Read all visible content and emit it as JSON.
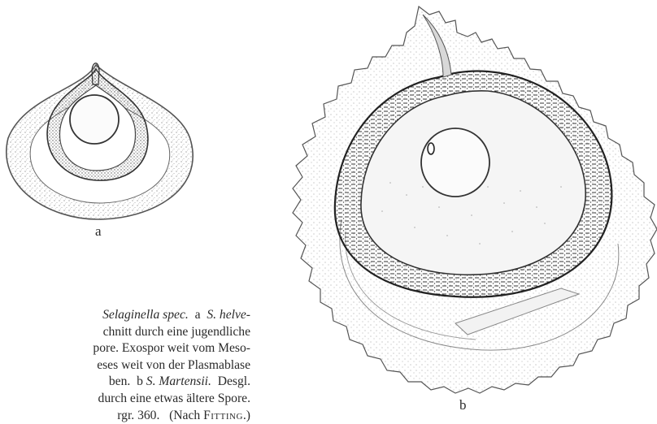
{
  "figure": {
    "panel_a_label": "a",
    "panel_b_label": "b",
    "caption": {
      "l1_italic": "Selaginella spec.",
      "l1_rest": "  a  ",
      "l1_italic2": "S. helve-",
      "l2": "chnitt durch eine jugendliche",
      "l3": "pore. Exospor weit vom Meso-",
      "l4": "eses weit von der Plasmablase",
      "l5_pre": "ben.  b ",
      "l5_italic": "S. Martensii.",
      "l5_post": "  Desgl.",
      "l6": "durch eine etwas ältere Spore.",
      "l7_pre": "rgr. 360.   (Nach ",
      "l7_sc": "Fitting",
      "l7_post": ".)"
    }
  }
}
